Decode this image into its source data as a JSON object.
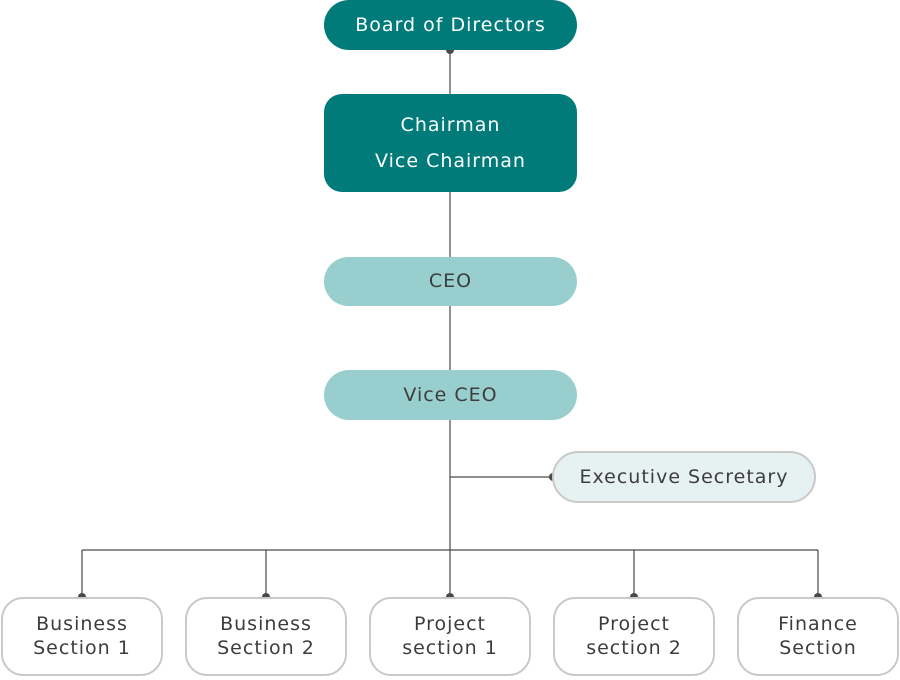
{
  "board": {
    "label": "Board of Directors"
  },
  "chairman": {
    "line1": "Chairman",
    "line2": "Vice Chairman"
  },
  "ceo": {
    "label": "CEO"
  },
  "vice_ceo": {
    "label": "Vice CEO"
  },
  "executive_secretary": {
    "label": "Executive Secretary"
  },
  "sections": [
    {
      "line1": "Business",
      "line2": "Section 1"
    },
    {
      "line1": "Business",
      "line2": "Section 2"
    },
    {
      "line1": "Project",
      "line2": "section 1"
    },
    {
      "line1": "Project",
      "line2": "section 2"
    },
    {
      "line1": "Finance",
      "line2": "Section"
    }
  ],
  "colors": {
    "dark_teal": "#007b7a",
    "light_teal": "#98cfce",
    "pale_teal": "#e6f2f1",
    "line": "#4a4a4a",
    "box_border": "#c9c9c9"
  }
}
